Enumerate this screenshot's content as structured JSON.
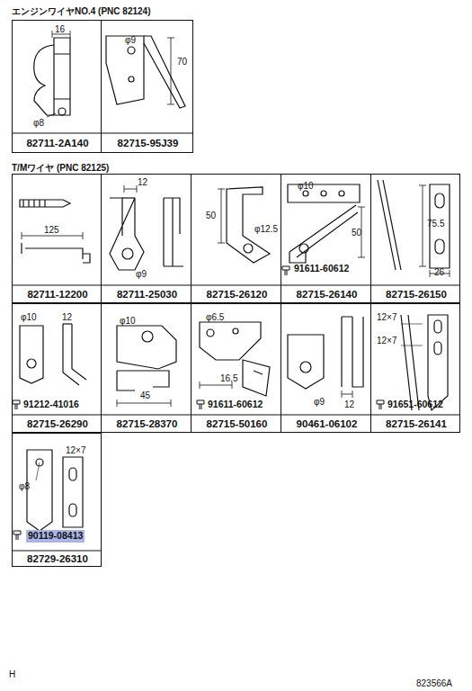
{
  "diagram": {
    "nodes": [
      {
        "text": [
          "16",
          "φ8",
          "82711-2A140"
        ]
      },
      {
        "text": [
          "φ9",
          "70",
          "82715-95J39"
        ]
      },
      {
        "text": [
          "125",
          "82711-12200"
        ]
      },
      {
        "text": [
          "12",
          "φ9",
          "82711-25030"
        ]
      },
      {
        "text": [
          "50",
          "φ12.5",
          "82715-26120"
        ]
      },
      {
        "text": [
          "φ10",
          "50",
          "91611-60612",
          "82715-26140"
        ]
      },
      {
        "text": [
          "75.5",
          "26",
          "82715-26150"
        ]
      },
      {
        "text": [
          "φ10",
          "12",
          "91212-41016",
          "82715-26290"
        ]
      },
      {
        "text": [
          "φ10",
          "45",
          "82715-28370"
        ]
      },
      {
        "text": [
          "φ6.5",
          "16.5",
          "91611-60612",
          "82715-50160"
        ]
      },
      {
        "text": [
          "φ9",
          "12",
          "90461-06102"
        ]
      },
      {
        "text": [
          "12×7",
          "12×7",
          "91651-60612",
          "82715-26141"
        ]
      },
      {
        "text": [
          "φ8",
          "12×7",
          "90119-08413",
          "82729-26310"
        ]
      }
    ],
    "labels": [
      "エンジンワイヤNO.4 (PNC 82124)",
      "T/Mワイヤ (PNC 82125)",
      "H",
      "823566A"
    ]
  }
}
